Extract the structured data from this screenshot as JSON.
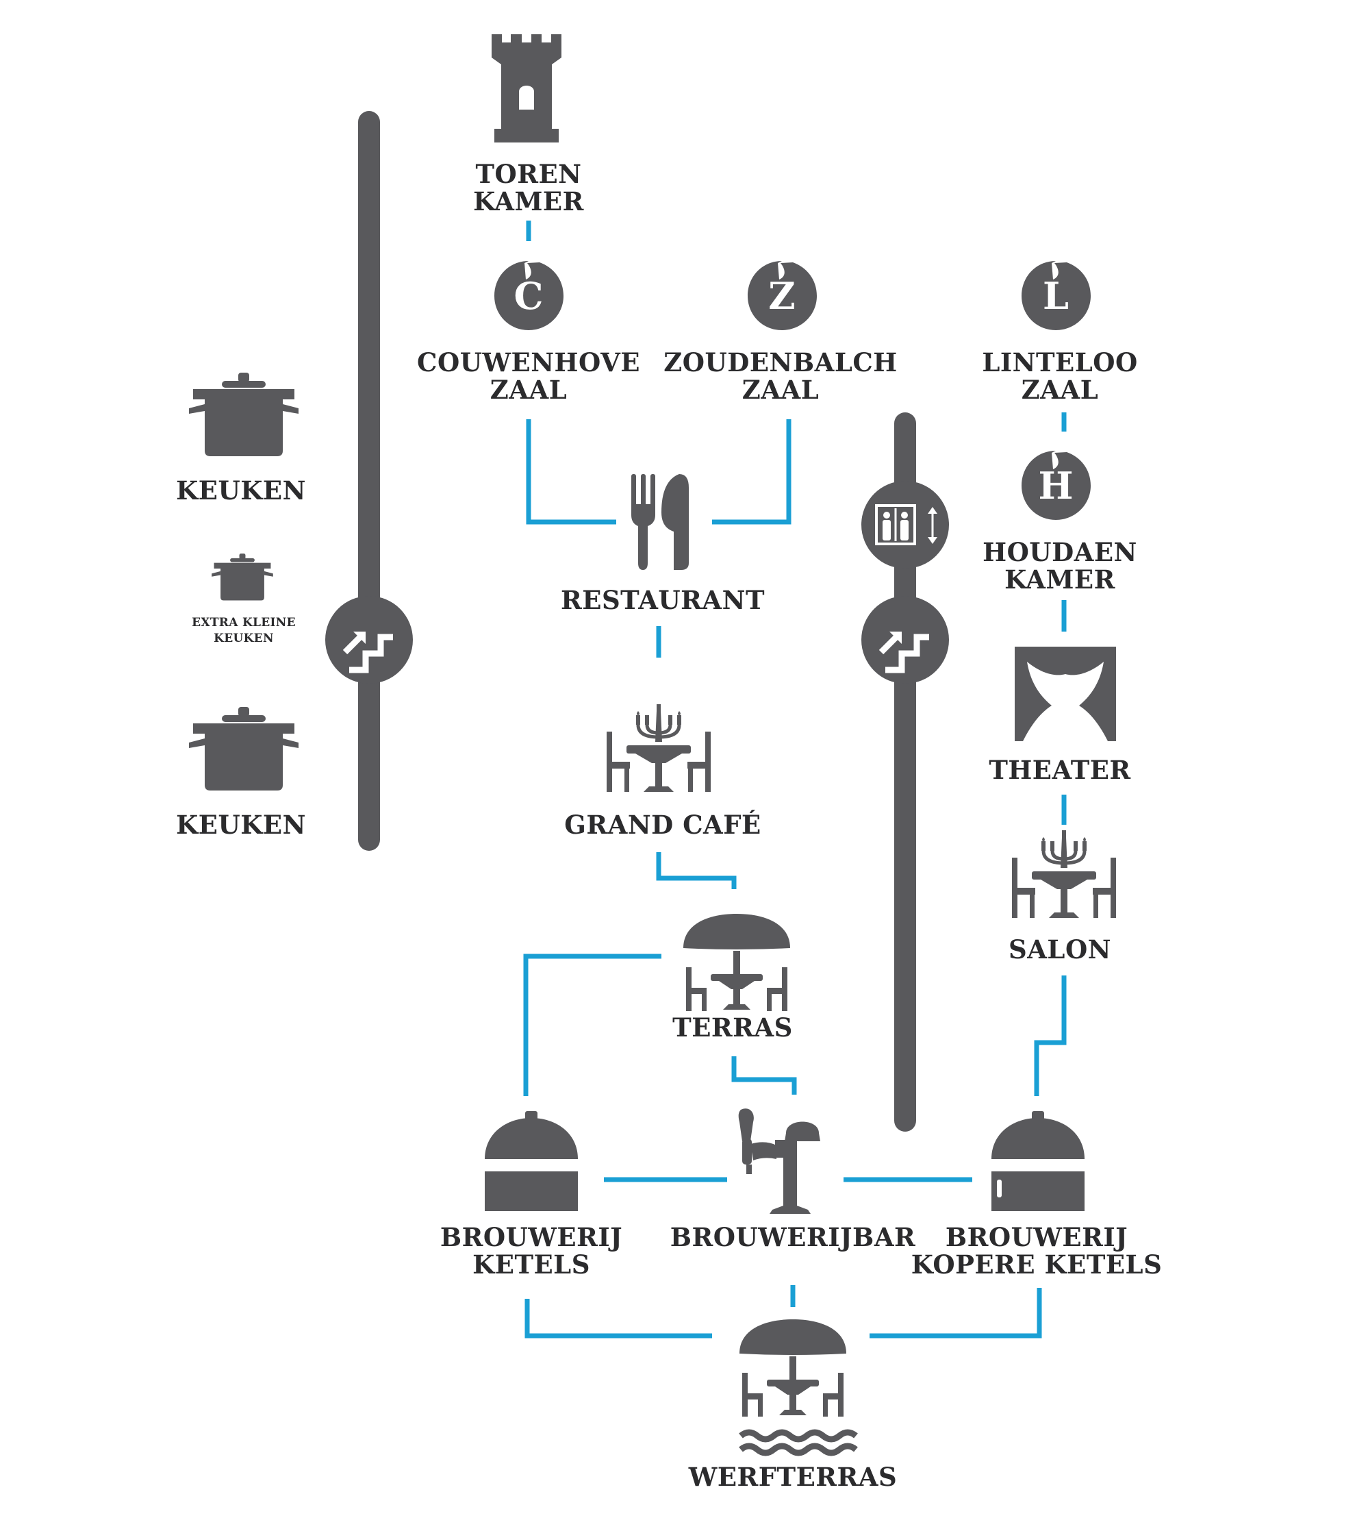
{
  "colors": {
    "icon": "#59595c",
    "connector": "#1a9fd4",
    "text": "#2b2b2d",
    "background": "#ffffff"
  },
  "nodes": {
    "toren_kamer": {
      "icon": "tower-icon",
      "lines": [
        "TOREN",
        "KAMER"
      ]
    },
    "couwenhove_zaal": {
      "icon": "letter-badge-icon",
      "letter": "C",
      "lines": [
        "COUWENHOVE",
        "ZAAL"
      ]
    },
    "zoudenbalch_zaal": {
      "icon": "letter-badge-icon",
      "letter": "Z",
      "lines": [
        "ZOUDENBALCH",
        "ZAAL"
      ]
    },
    "linteloo_zaal": {
      "icon": "letter-badge-icon",
      "letter": "L",
      "lines": [
        "LINTELOO",
        "ZAAL"
      ]
    },
    "houdaen_kamer": {
      "icon": "letter-badge-icon",
      "letter": "H",
      "lines": [
        "HOUDAEN",
        "KAMER"
      ]
    },
    "restaurant": {
      "icon": "fork-knife-icon",
      "lines": [
        "RESTAURANT"
      ]
    },
    "grand_cafe": {
      "icon": "candelabra-table-icon",
      "lines": [
        "GRAND CAFÉ"
      ]
    },
    "theater": {
      "icon": "theater-curtain-icon",
      "lines": [
        "THEATER"
      ]
    },
    "salon": {
      "icon": "candelabra-table-icon",
      "lines": [
        "SALON"
      ]
    },
    "terras": {
      "icon": "parasol-table-icon",
      "lines": [
        "TERRAS"
      ]
    },
    "keuken_top": {
      "icon": "cooking-pot-icon",
      "lines": [
        "KEUKEN"
      ]
    },
    "extra_kleine_keuken": {
      "icon": "cooking-pot-icon",
      "lines": [
        "EXTRA KLEINE",
        "KEUKEN"
      ]
    },
    "keuken_bottom": {
      "icon": "cooking-pot-icon",
      "lines": [
        "KEUKEN"
      ]
    },
    "brouwerij_ketels": {
      "icon": "brewing-kettle-icon",
      "lines": [
        "BROUWERIJ",
        "KETELS"
      ]
    },
    "brouwerijbar": {
      "icon": "beer-tap-icon",
      "lines": [
        "BROUWERIJBAR"
      ]
    },
    "brouwerij_kopere_ketels": {
      "icon": "brewing-kettle-icon",
      "lines": [
        "BROUWERIJ",
        "KOPERE KETELS"
      ]
    },
    "werfterras": {
      "icon": "waterside-terrace-icon",
      "lines": [
        "WERFTERRAS"
      ]
    }
  },
  "vertical_access": {
    "left": {
      "icons": [
        "stairs-icon"
      ]
    },
    "right": {
      "icons": [
        "elevator-icon",
        "stairs-icon"
      ]
    }
  }
}
